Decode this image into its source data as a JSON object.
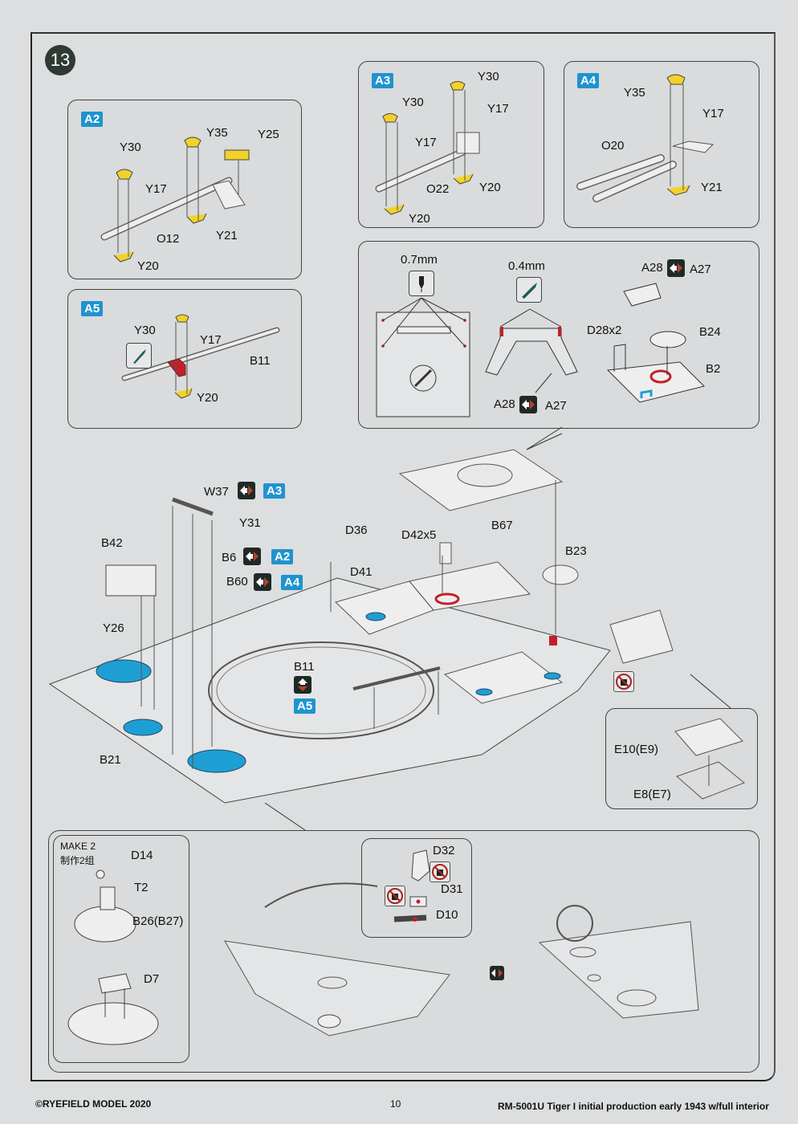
{
  "step": {
    "number": "13"
  },
  "panels": {
    "A2": {
      "tag": "A2",
      "labels": [
        "Y30",
        "Y35",
        "Y25",
        "Y17",
        "O12",
        "Y21",
        "Y20"
      ]
    },
    "A3": {
      "tag": "A3",
      "labels": [
        "Y30",
        "Y30",
        "Y17",
        "Y17",
        "O22",
        "Y20",
        "Y20"
      ]
    },
    "A4": {
      "tag": "A4",
      "labels": [
        "Y35",
        "Y17",
        "O20",
        "Y21"
      ]
    },
    "A5": {
      "tag": "A5",
      "labels": [
        "Y30",
        "Y17",
        "B11",
        "Y20"
      ]
    },
    "drill": {
      "drill_size": "0.7mm",
      "cut_size": "0.4mm",
      "swap_left": "A28",
      "swap_right": "A27",
      "swap_left_2": "A28",
      "swap_right_2": "A27",
      "parts": [
        "D28x2",
        "B24",
        "B2"
      ]
    },
    "main": {
      "labels": {
        "W37": "W37",
        "A3": "A3",
        "Y31": "Y31",
        "B42": "B42",
        "B6": "B6",
        "A2": "A2",
        "B60": "B60",
        "A4": "A4",
        "Y26": "Y26",
        "D36": "D36",
        "D42": "D42x5",
        "B67": "B67",
        "D41": "D41",
        "B23": "B23",
        "B11": "B11",
        "A5": "A5",
        "B21": "B21"
      }
    },
    "grille": {
      "labels": [
        "E10(E9)",
        "E8(E7)"
      ]
    },
    "hatch": {
      "note_en": "MAKE 2",
      "note_cn": "制作2组",
      "labels": [
        "D14",
        "T2",
        "B26(B27)",
        "D7"
      ]
    },
    "periscope": {
      "labels": [
        "D32",
        "D31",
        "D10"
      ]
    }
  },
  "colors": {
    "tag_blue": "#1f93cf",
    "step_circle": "#2e3a33",
    "part_yellow": "#f2d22a",
    "part_blue": "#1e9fd4",
    "part_red": "#c0202a"
  },
  "footer": {
    "copyright": "©RYEFIELD MODEL 2020",
    "page_number": "10",
    "kit_title": "RM-5001U Tiger I initial production early 1943 w/full interior"
  }
}
